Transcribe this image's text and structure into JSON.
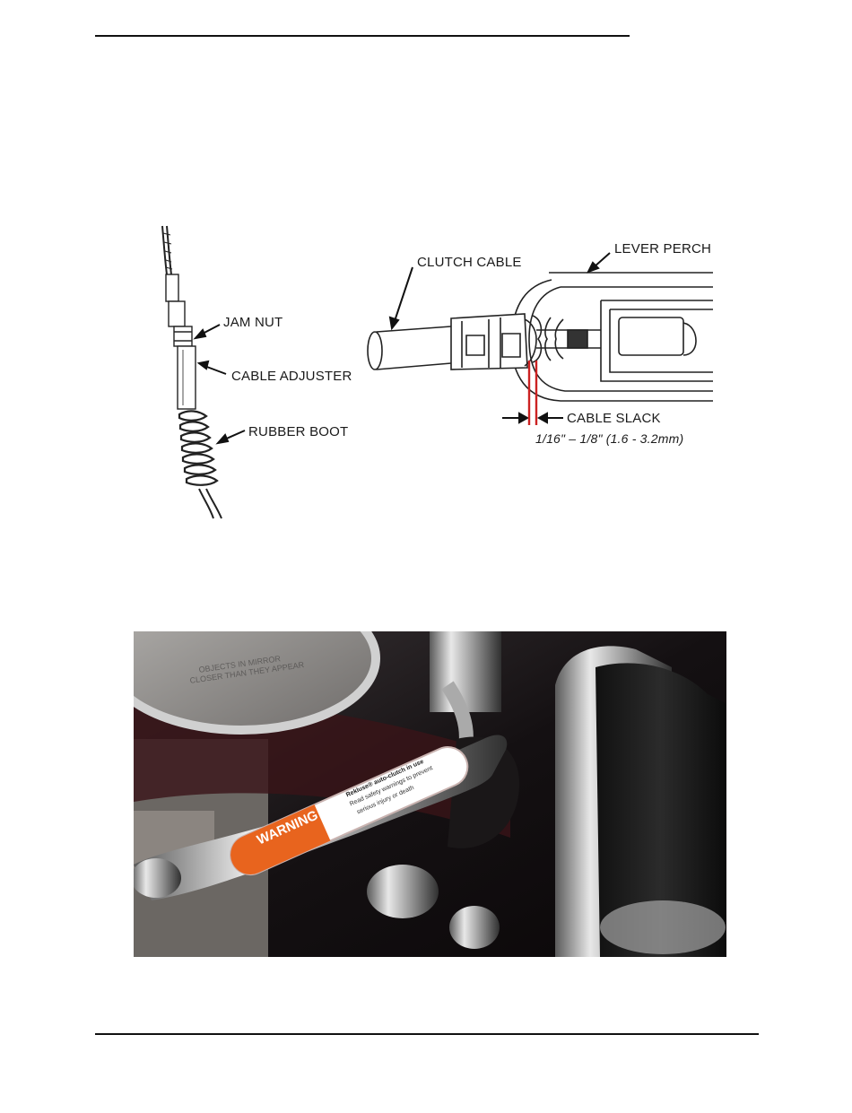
{
  "figure1": {
    "labels": {
      "jam_nut": "JAM NUT",
      "cable_adjuster": "CABLE ADJUSTER",
      "rubber_boot": "RUBBER BOOT"
    }
  },
  "figure2": {
    "labels": {
      "clutch_cable": "CLUTCH CABLE",
      "lever_perch": "LEVER PERCH",
      "cable_slack": "CABLE SLACK",
      "slack_range": "1/16\" – 1/8\" (1.6 - 3.2mm)"
    },
    "colors": {
      "slack_marker": "#cc2222"
    }
  },
  "photo": {
    "decal_warning": "WARNING",
    "decal_line1": "Rekluse® auto-clutch in use",
    "decal_line2": "Read safety warnings to prevent",
    "decal_line3": "serious injury or death",
    "mirror_text1": "OBJECTS IN MIRROR",
    "mirror_text2": "CLOSER THAN THEY APPEAR",
    "colors": {
      "warning_orange": "#e8641e"
    }
  }
}
